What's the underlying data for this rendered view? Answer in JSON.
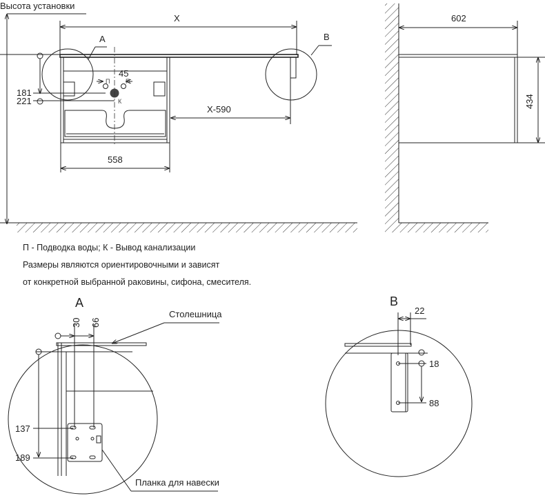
{
  "front_view": {
    "install_height_label": "Высота установки",
    "dim_x": "X",
    "dim_x_minus": "X-590",
    "dim_width": "558",
    "dim_pipe_spacing": "45",
    "dim_181": "181",
    "dim_221": "221",
    "callout_a": "A",
    "callout_b": "B",
    "water_mark": "П",
    "drain_mark": "К"
  },
  "side_view": {
    "dim_depth": "602",
    "dim_height": "434"
  },
  "notes": {
    "line1": "П - Подводка воды; К - Вывод канализации",
    "line2": "Размеры являются ориентировочными и зависят",
    "line3": "от конкретной выбранной раковины, сифона, смесителя."
  },
  "detail_a": {
    "title": "A",
    "dim_30": "30",
    "dim_66": "66",
    "dim_137": "137",
    "dim_189": "189",
    "label_countertop": "Столешница",
    "label_bracket": "Планка для навески"
  },
  "detail_b": {
    "title": "B",
    "dim_22": "22",
    "dim_18": "18",
    "dim_88": "88"
  }
}
